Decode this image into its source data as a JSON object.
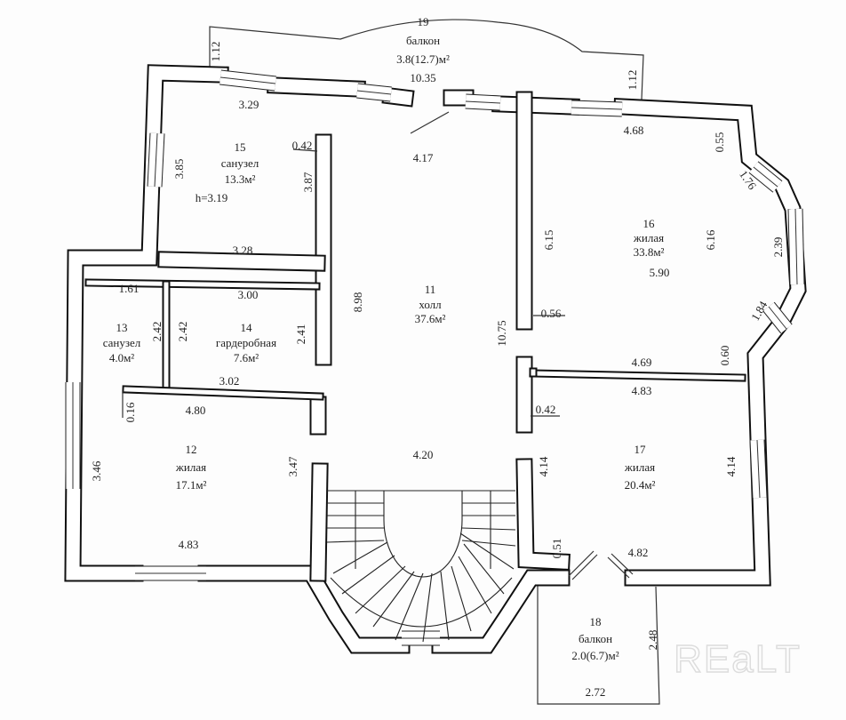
{
  "rooms": [
    {
      "number": "19",
      "name": "балкон",
      "area": "3.8(12.7)м²"
    },
    {
      "number": "15",
      "name": "санузел",
      "area": "13.3м²"
    },
    {
      "number": "16",
      "name": "жилая",
      "area": "33.8м²"
    },
    {
      "number": "11",
      "name": "холл",
      "area": "37.6м²"
    },
    {
      "number": "13",
      "name": "санузел",
      "area": "4.0м²"
    },
    {
      "number": "14",
      "name": "гардеробная",
      "area": "7.6м²"
    },
    {
      "number": "12",
      "name": "жилая",
      "area": "17.1м²"
    },
    {
      "number": "17",
      "name": "жилая",
      "area": "20.4м²"
    },
    {
      "number": "18",
      "name": "балкон",
      "area": "2.0(6.7)м²"
    }
  ],
  "ceiling_height": "h=3.19",
  "dimensions": [
    "1.12",
    "10.35",
    "1.12",
    "3.29",
    "4.17",
    "0.42",
    "3.85",
    "3.87",
    "3.28",
    "4.68",
    "0.55",
    "1.76",
    "6.15",
    "6.16",
    "2.39",
    "5.90",
    "1.61",
    "3.00",
    "8.98",
    "2.42",
    "2.42",
    "2.41",
    "0.56",
    "10.75",
    "1.84",
    "0.60",
    "4.69",
    "4.83",
    "3.02",
    "0.42",
    "0.16",
    "4.80",
    "4.20",
    "3.46",
    "3.47",
    "4.14",
    "4.14",
    "4.83",
    "0.51",
    "4.82",
    "2.48",
    "2.72"
  ],
  "watermark": "REaLT"
}
